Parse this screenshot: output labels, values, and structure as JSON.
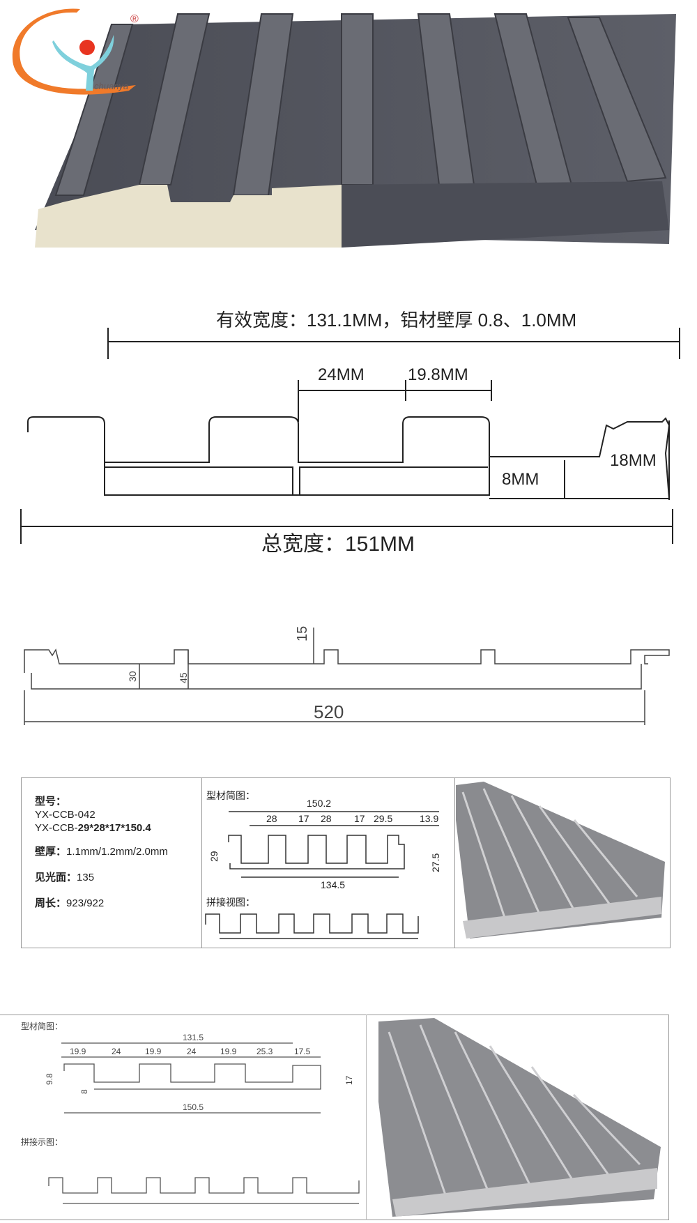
{
  "logo": {
    "text": "chuanya",
    "registered": "®"
  },
  "diagram1": {
    "effective_width": "有效宽度：131.1MM，铝材壁厚 0.8、1.0MM",
    "dim_a": "24MM",
    "dim_b": "19.8MM",
    "depth_small": "8MM",
    "depth_total": "18MM",
    "total_width": "总宽度：151MM"
  },
  "diagram2": {
    "top": "15",
    "h1": "30",
    "h2": "45",
    "width": "520"
  },
  "spec_table": {
    "model_label": "型号：",
    "model_1": "YX-CCB-042",
    "model_2_prefix": "YX-CCB-",
    "model_2_bold": "29*28*17*150.4",
    "thickness_label": "壁厚：",
    "thickness": "1.1mm/1.2mm/2.0mm",
    "visible_label": "见光面：",
    "visible": "135",
    "perimeter_label": "周长：",
    "perimeter": "923/922",
    "profile_label": "型材简图：",
    "dims": {
      "total": "150.2",
      "d1": "28",
      "d2": "17",
      "d3": "28",
      "d4": "17",
      "d5": "29.5",
      "d6": "13.9",
      "h_left": "29",
      "h_right": "27.5",
      "bottom": "134.5"
    },
    "joint_label": "拼接视图："
  },
  "bottom_panel": {
    "profile_label": "型材简图：",
    "dims": {
      "total": "131.5",
      "d1": "19.9",
      "d2": "24",
      "d3": "19.9",
      "d4": "24",
      "d5": "19.9",
      "d6": "25.3",
      "d7": "17.5",
      "h_left": "9.8",
      "h_small": "8",
      "h_right": "17",
      "bottom": "150.5"
    },
    "joint_label": "拼接示图："
  }
}
